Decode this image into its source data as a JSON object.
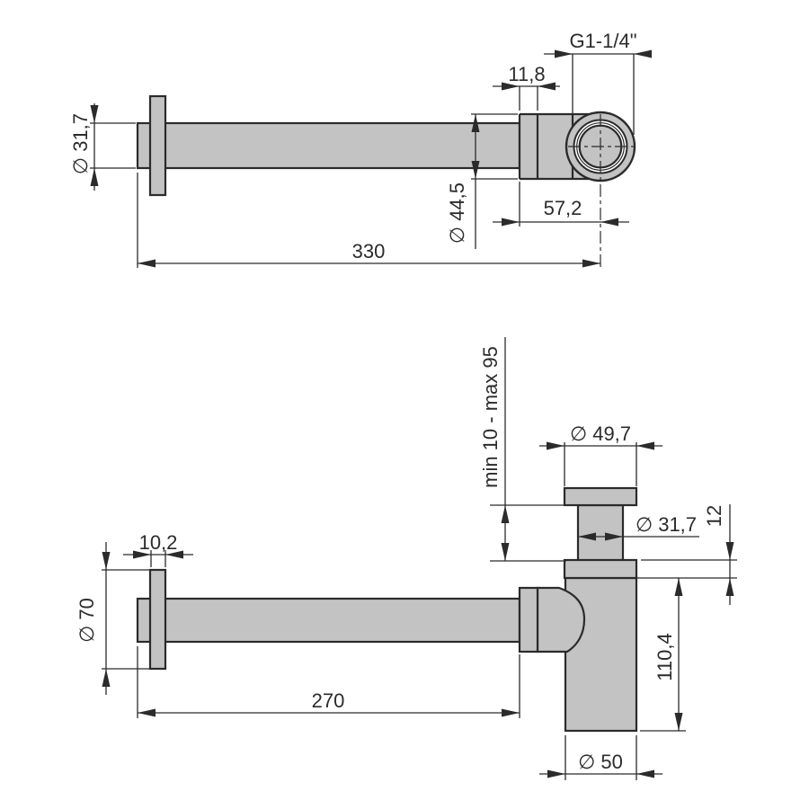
{
  "drawing": {
    "type": "technical-dimension-drawing",
    "subject": "wall-mounted bottle trap siphon, two views",
    "units": "mm",
    "top_view": {
      "thread_label": "G1-1/4\"",
      "collar_width": "11,8",
      "tube_diameter": "∅ 31,7",
      "body_diameter": "∅ 44,5",
      "outlet_offset": "57,2",
      "overall_length": "330"
    },
    "bottom_view": {
      "flange_width": "10,2",
      "flange_diameter": "∅ 70",
      "tube_length": "270",
      "adjustment_range": "min 10 - max 95",
      "top_flange_diameter": "∅ 49,7",
      "riser_diameter": "∅ 31,7",
      "nut_height": "12",
      "body_height": "110,4",
      "body_diameter": "∅ 50"
    }
  },
  "colors": {
    "part_fill": "#c3c3c3",
    "line_color": "#2b2b2b",
    "background": "#ffffff"
  }
}
